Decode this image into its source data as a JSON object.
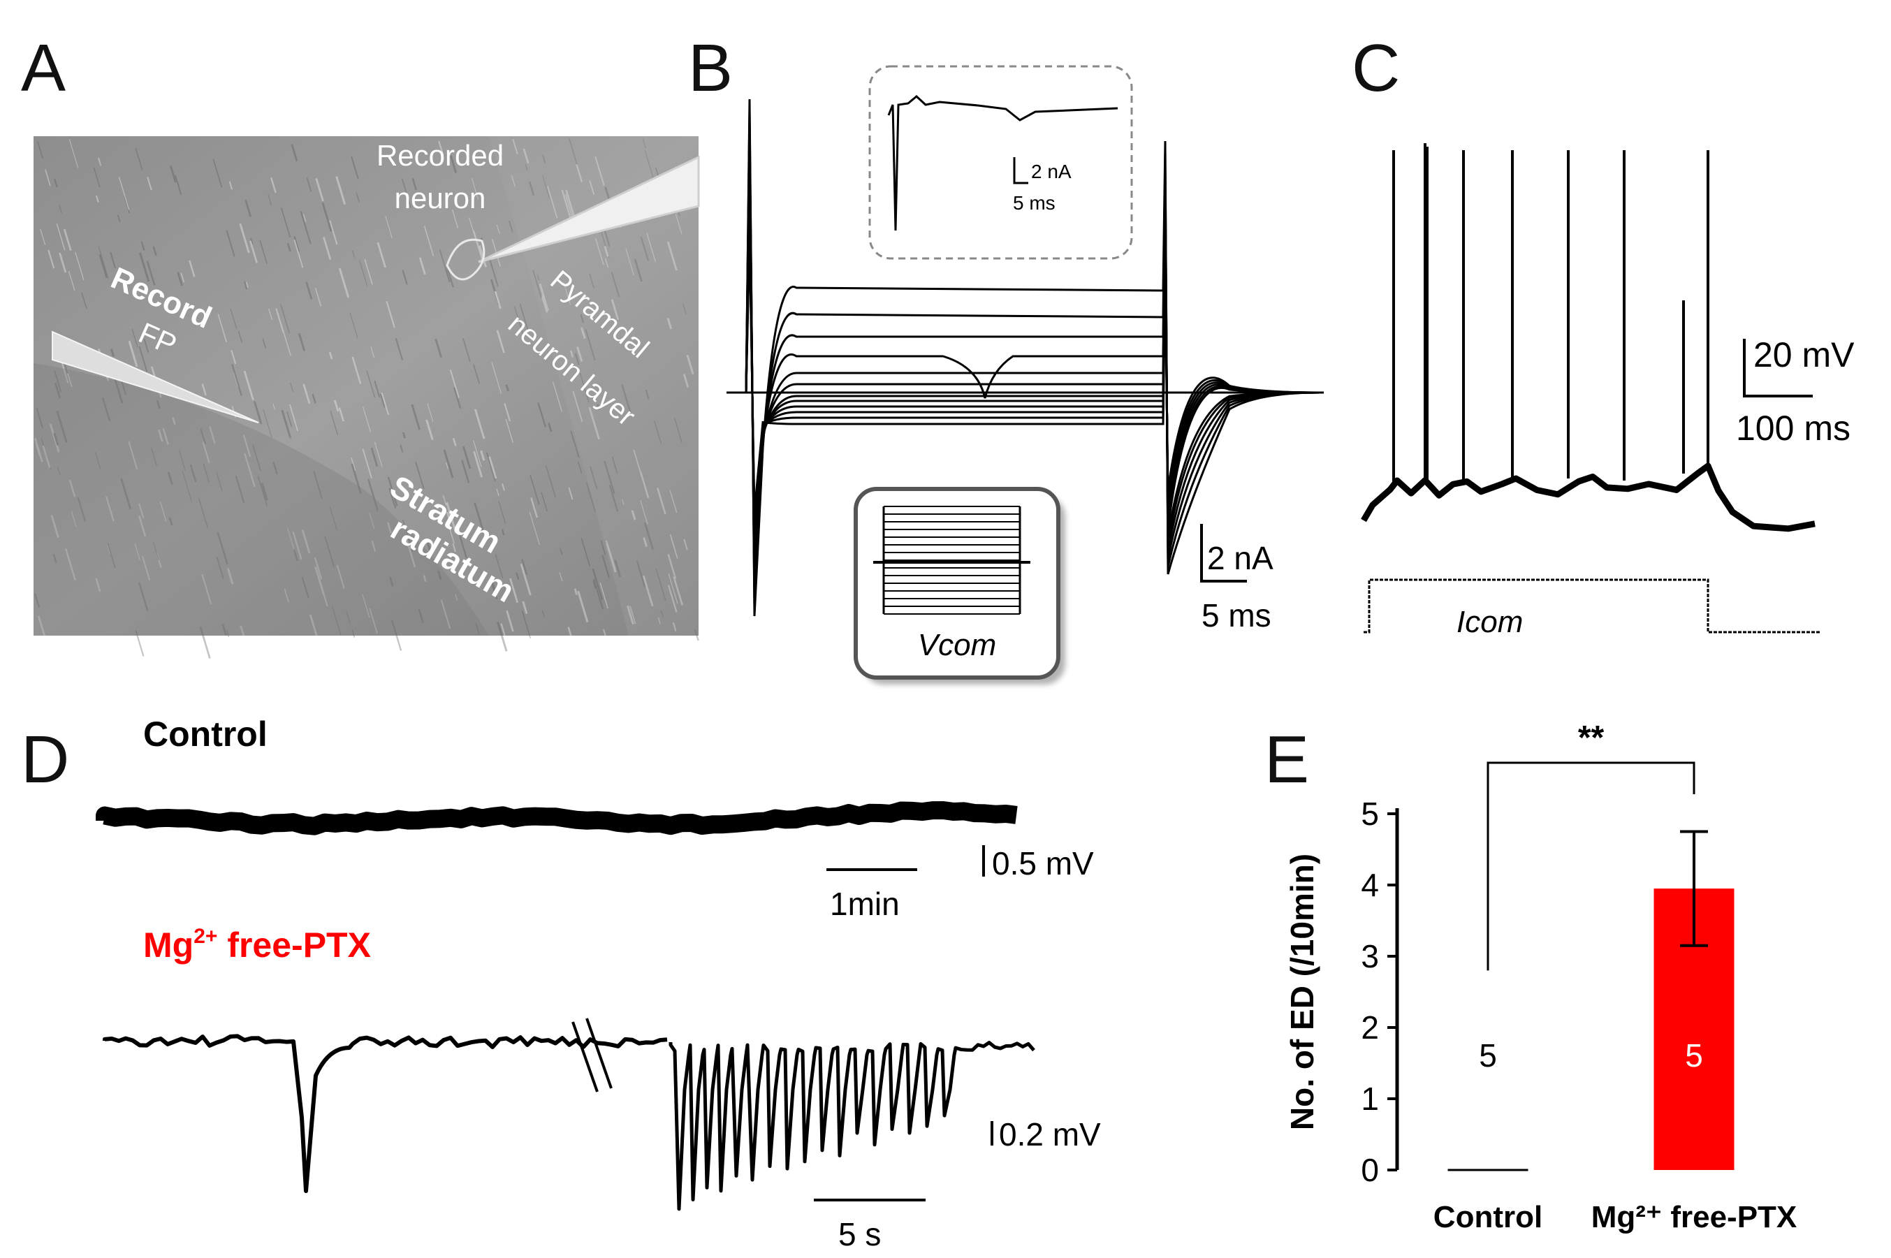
{
  "panels": {
    "a": {
      "letter": "A",
      "labels": [
        "Recorded",
        "neuron",
        "Record",
        "FP",
        "Pyramdal",
        "neuron layer",
        "Stratum",
        "radiatum"
      ]
    },
    "b": {
      "letter": "B",
      "inset_scale_current": "2 nA",
      "inset_scale_time": "5 ms",
      "protocol_label": "Vcom",
      "scale_current": "2 nA",
      "scale_time": "5 ms"
    },
    "c": {
      "letter": "C",
      "scale_voltage": "20 mV",
      "scale_time": "100 ms",
      "protocol_label": "Icom"
    },
    "d": {
      "letter": "D",
      "control_label": "Control",
      "control_scale_voltage": "0.5 mV",
      "control_scale_time": "1min",
      "treatment_label_pre": "Mg",
      "treatment_label_sup": "2+",
      "treatment_label_post": " free-PTX",
      "treatment_scale_voltage": "0.2 mV",
      "treatment_scale_time": "5 s"
    },
    "e": {
      "letter": "E"
    }
  },
  "chart_data": {
    "type": "bar",
    "ylabel": "No. of ED (/10min)",
    "ylim": [
      0,
      5
    ],
    "yticks": [
      0,
      1,
      2,
      3,
      4,
      5
    ],
    "categories": [
      "Control",
      "Mg²⁺ free-PTX"
    ],
    "values": [
      0,
      3.95
    ],
    "errors": [
      0,
      0.8
    ],
    "n_labels": [
      "5",
      "5"
    ],
    "colors": [
      "#000000",
      "#ff0000"
    ],
    "significance": "**"
  }
}
